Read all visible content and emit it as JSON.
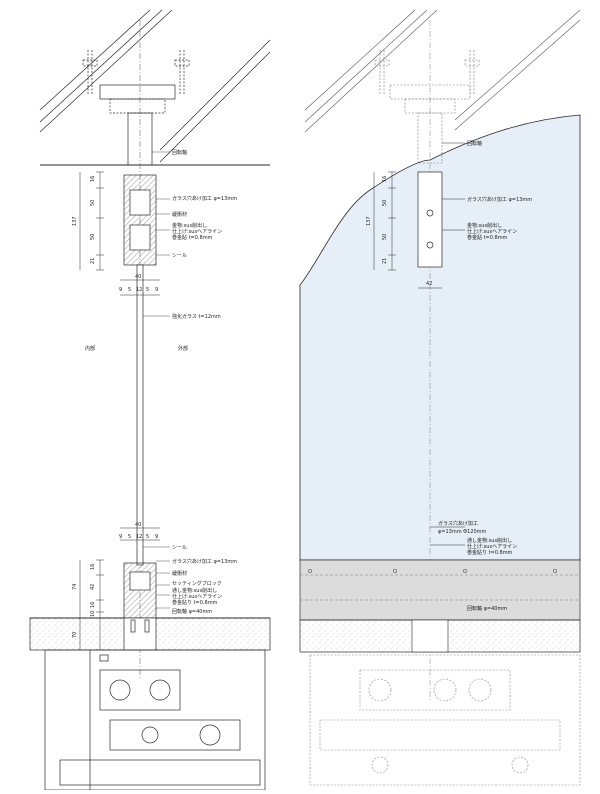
{
  "left_section": {
    "labels": {
      "pivot_axis": "回転軸",
      "glass_hole": "ガラス穴あけ加工 φ=13mm",
      "cushion": "緩衝材",
      "hardware_line1": "金物:sus削出し",
      "hardware_line2": "仕上げ:susヘアライン",
      "hardware_line3": "巻金貼 t=0.8mm",
      "seal_top": "シール",
      "tempered_glass": "強化ガラス t=12mm",
      "interior": "内部",
      "exterior": "外部",
      "seal_bottom": "シール",
      "glass_hole_bottom": "ガラス穴あけ加工 φ=13mm",
      "cushion_bottom": "緩衝材",
      "setting_block": "セッティングブロック",
      "bottom_hw_line1": "通し金物:sus削出し",
      "bottom_hw_line2": "仕上げ:susヘアライン",
      "bottom_hw_line3": "巻金貼り t=0.8mm",
      "pivot_bottom": "回転軸 φ=40mm"
    },
    "dims_top_vertical": [
      "16",
      "50",
      "50",
      "21"
    ],
    "dim_top_total": "137",
    "dims_top_horizontal": [
      "9",
      "5",
      "12",
      "5",
      "9"
    ],
    "dim_top_width": "40",
    "dim_bottom_width": "40",
    "dims_bottom_horizontal": [
      "9",
      "5",
      "12",
      "5",
      "9"
    ],
    "dims_bottom_vertical": [
      "16",
      "42",
      "16",
      "10"
    ],
    "dim_bottom_total": "74",
    "dim_floor": "70"
  },
  "right_section": {
    "labels": {
      "pivot_axis": "回転軸",
      "glass_hole": "ガラス穴あけ加工 φ=13mm",
      "hardware_line1": "金物:sus削出し",
      "hardware_line2": "仕上げ:susヘアライン",
      "hardware_line3": "巻金貼 t=0.8mm",
      "glass_hole_bottom_line1": "ガラス穴あけ加工",
      "glass_hole_bottom_line2": "φ=13mm Φ120mm",
      "bottom_hw_line1": "通し金物:sus削出し",
      "bottom_hw_line2": "仕上げ:susヘアライン",
      "bottom_hw_line3": "巻金貼り t=0.8mm",
      "pivot_bottom": "回転軸 φ=40mm"
    },
    "dims_top_vertical": [
      "16",
      "50",
      "50",
      "21"
    ],
    "dim_top_total": "137",
    "dim_top_width": "42"
  },
  "colors": {
    "line": "#2a2a2a",
    "glass_fill": "#e6eff7",
    "floor_fill": "#dcdcdc",
    "hatch": "#555555"
  }
}
